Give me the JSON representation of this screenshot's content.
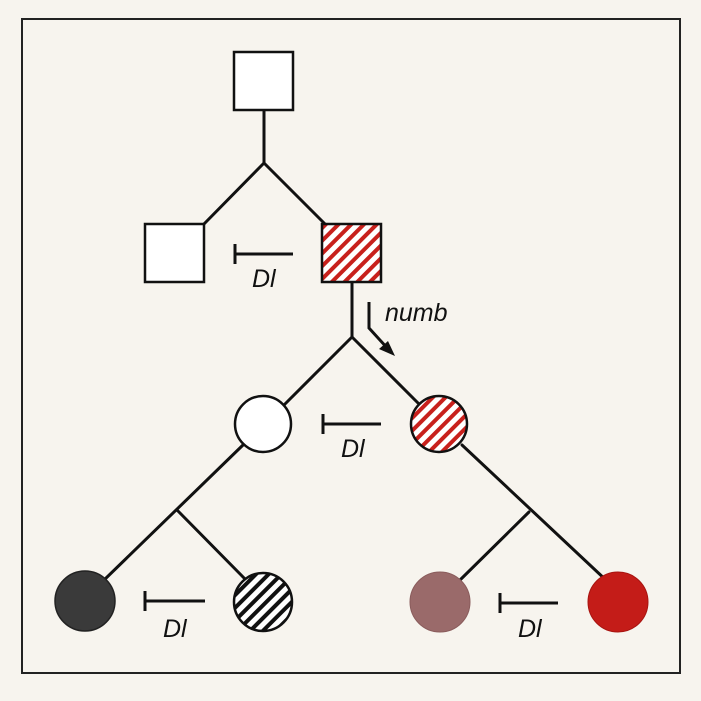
{
  "labels": {
    "dl_top": "Dl",
    "numb": "numb",
    "dl_middle": "Dl",
    "dl_bottom_left": "Dl",
    "dl_bottom_right": "Dl"
  },
  "colors": {
    "line": "#111111",
    "frame": "#222222",
    "background": "#f7f4ee",
    "hatch_red": "#c8201c",
    "hatch_black": "#111111",
    "fill_dark": "#3a3a3a",
    "fill_mauve": "#9a6a6a",
    "fill_red": "#c41c18"
  }
}
